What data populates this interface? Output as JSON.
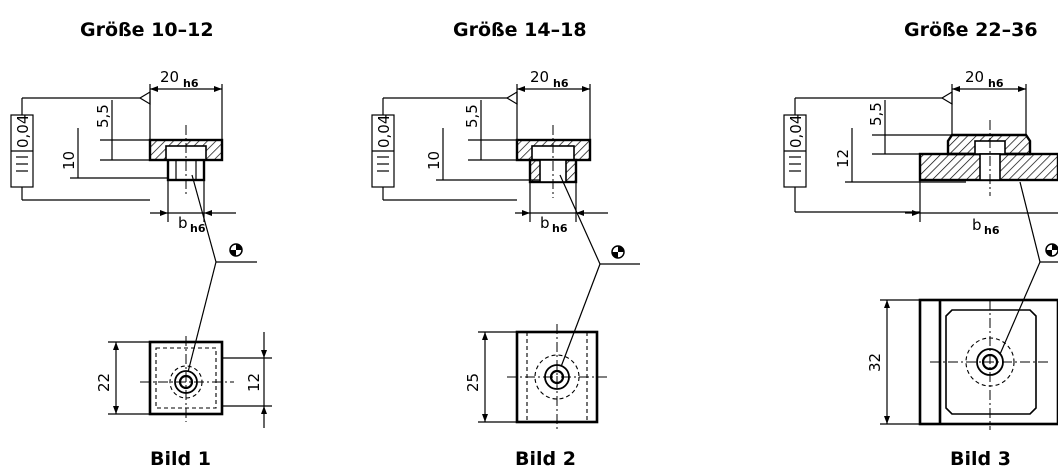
{
  "figures": [
    {
      "title": "Größe 10–12",
      "width_label": "20",
      "width_tol": "h6",
      "flatness": "0,04",
      "dim_small": "5,5",
      "dim_height": "10",
      "slot_label": "b",
      "slot_tol": "h6",
      "length": "22",
      "width_bottom": "12",
      "caption": "Bild 1"
    },
    {
      "title": "Größe 14–18",
      "width_label": "20",
      "width_tol": "h6",
      "flatness": "0,04",
      "dim_small": "5,5",
      "dim_height": "10",
      "slot_label": "b",
      "slot_tol": "h6",
      "length": "25",
      "caption": "Bild 2"
    },
    {
      "title": "Größe 22–36",
      "width_label": "20",
      "width_tol": "h6",
      "flatness": "0,04",
      "dim_small": "5,5",
      "dim_height": "12",
      "slot_label": "b",
      "slot_tol": "h6",
      "length": "32",
      "caption": "Bild 3"
    }
  ],
  "symbols": {
    "flatness_symbol": "flatness-tolerance",
    "center_symbol": "center-of-gravity"
  }
}
